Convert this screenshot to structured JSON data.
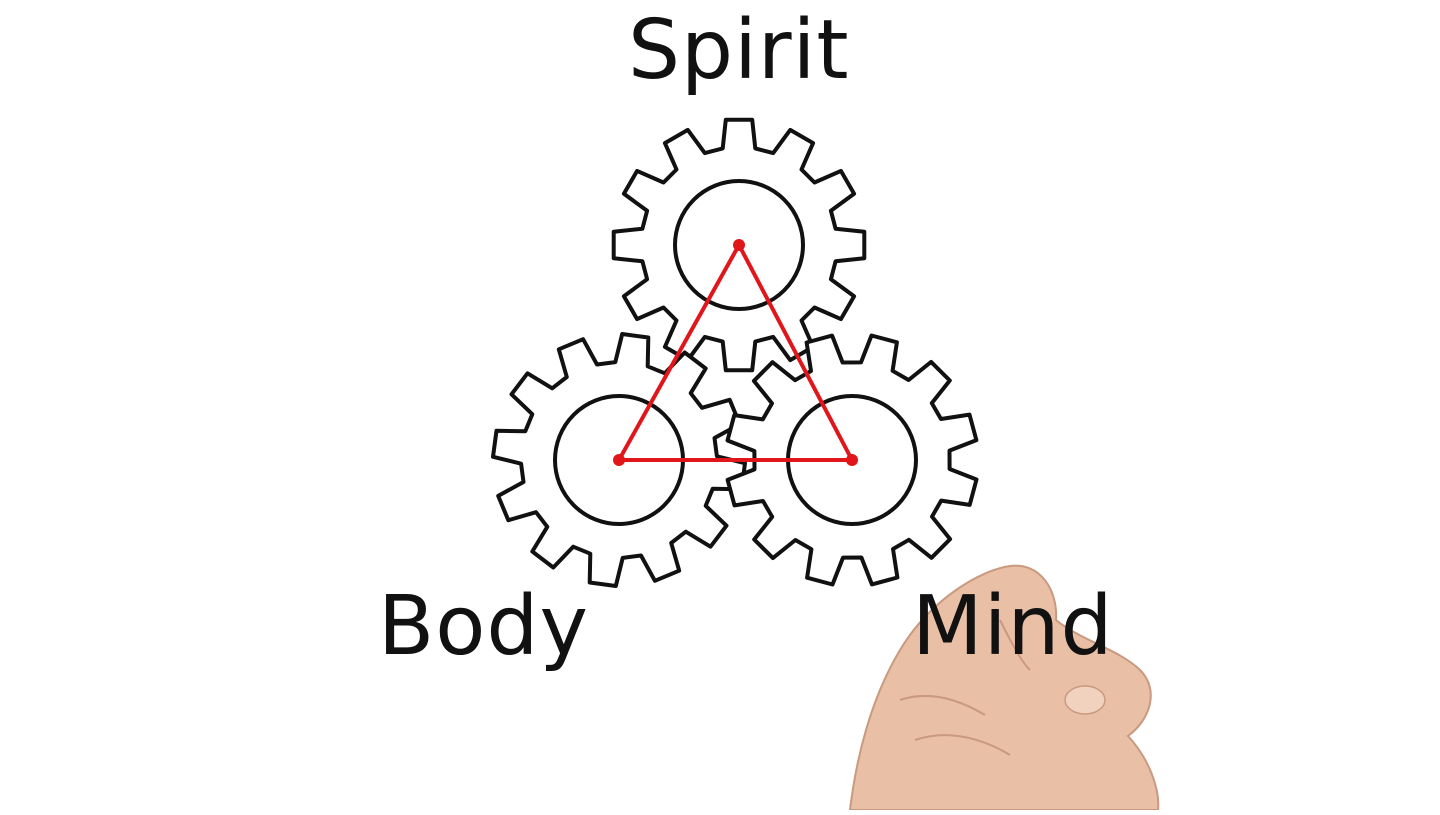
{
  "labels": {
    "top": "Spirit",
    "left": "Body",
    "right": "Mind"
  },
  "colors": {
    "background": "#ffffff",
    "outline": "#111111",
    "triangle": "#e0161b",
    "skin": "#e9bfa6",
    "marker": "#d9dde2"
  },
  "gears": {
    "count": 3,
    "teeth_per_gear": 12
  },
  "icons": [
    "gear-icon",
    "triangle-connector",
    "hand-with-marker"
  ]
}
